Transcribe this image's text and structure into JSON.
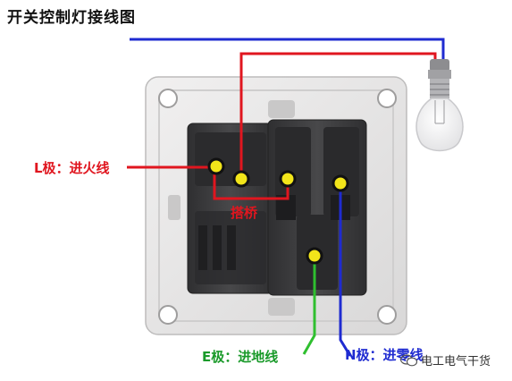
{
  "title": "开关控制灯接线图",
  "labels": {
    "live": "L极：进火线",
    "bridge": "搭桥",
    "earth": "E极：进地线",
    "neutral": "N极：进零线"
  },
  "watermark": "电工电气干货",
  "colors": {
    "live_wire": "#e0161f",
    "neutral_wire": "#1f2bd1",
    "earth_wire": "#2fbf2f",
    "label_red": "#e0161f",
    "label_green": "#1a9a2a",
    "label_blue": "#1f2bd1",
    "plate": "#e9e8e8",
    "module": "#3a3a3c",
    "terminal": "#f2e51a"
  },
  "icons": [
    "lamp-bulb-icon",
    "wechat-icon"
  ]
}
